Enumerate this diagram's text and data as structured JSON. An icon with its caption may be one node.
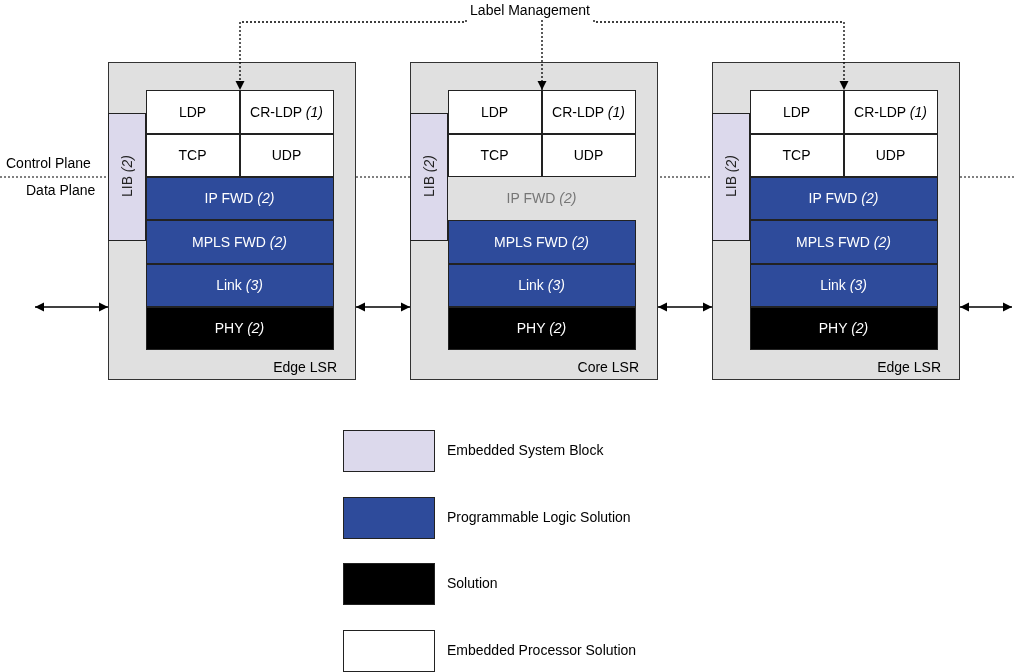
{
  "diagram": {
    "nodes": [
      {
        "text": [
          "Label Management"
        ]
      },
      {
        "text": [
          "Edge LSR"
        ]
      },
      {
        "text": [
          "LIB *(2)*"
        ],
        "in": 1
      },
      {
        "text": [
          "LDP"
        ],
        "in": 1
      },
      {
        "text": [
          "CR-LDP *(1)*"
        ],
        "in": 1
      },
      {
        "text": [
          "TCP"
        ],
        "in": 1
      },
      {
        "text": [
          "UDP"
        ],
        "in": 1
      },
      {
        "text": [
          "IP FWD *(2)*"
        ],
        "in": 1
      },
      {
        "text": [
          "MPLS FWD *(2)*"
        ],
        "in": 1
      },
      {
        "text": [
          "Link *(3)*"
        ],
        "in": 1
      },
      {
        "text": [
          "PHY *(2)*"
        ],
        "in": 1
      },
      {
        "text": [
          "Core LSR"
        ]
      },
      {
        "text": [
          "LIB *(2)*"
        ],
        "in": 11
      },
      {
        "text": [
          "LDP"
        ],
        "in": 11
      },
      {
        "text": [
          "CR-LDP *(1)*"
        ],
        "in": 11
      },
      {
        "text": [
          "TCP"
        ],
        "in": 11
      },
      {
        "text": [
          "UDP"
        ],
        "in": 11
      },
      {
        "text": [
          "IP FWD *(2)*"
        ],
        "in": 11
      },
      {
        "text": [
          "MPLS FWD *(2)*"
        ],
        "in": 11
      },
      {
        "text": [
          "Link *(3)*"
        ],
        "in": 11
      },
      {
        "text": [
          "PHY *(2)*"
        ],
        "in": 11
      },
      {
        "text": [
          "Edge LSR"
        ]
      },
      {
        "text": [
          "LIB *(2)*"
        ],
        "in": 21
      },
      {
        "text": [
          "LDP"
        ],
        "in": 21
      },
      {
        "text": [
          "CR-LDP *(1)*"
        ],
        "in": 21
      },
      {
        "text": [
          "TCP"
        ],
        "in": 21
      },
      {
        "text": [
          "UDP"
        ],
        "in": 21
      },
      {
        "text": [
          "IP FWD *(2)*"
        ],
        "in": 21
      },
      {
        "text": [
          "MPLS FWD *(2)*"
        ],
        "in": 21
      },
      {
        "text": [
          "Link *(3)*"
        ],
        "in": 21
      },
      {
        "text": [
          "PHY *(2)*"
        ],
        "in": 21
      }
    ],
    "edges": [
      {
        "from": 0,
        "to": 3,
        "arrow": "to",
        "style": "dashed"
      },
      {
        "from": 0,
        "to": 13,
        "arrow": "to",
        "style": "dashed"
      },
      {
        "from": 0,
        "to": 23,
        "arrow": "to",
        "style": "dashed"
      },
      {
        "from": null,
        "to": 1,
        "arrow": "both"
      },
      {
        "from": 1,
        "to": 11,
        "arrow": "both"
      },
      {
        "from": 11,
        "to": 21,
        "arrow": "both"
      },
      {
        "from": 21,
        "to": null,
        "arrow": "both"
      }
    ],
    "labels": [
      "Control Plane",
      "Data Plane"
    ],
    "legend": [
      {
        "text": "Embedded System Block",
        "color": "#dcd9ec"
      },
      {
        "text": "Programmable Logic Solution",
        "color": "#2e4b9b"
      },
      {
        "text": "Solution",
        "color": "#000000"
      },
      {
        "text": "Embedded Processor Solution",
        "color": "#ffffff"
      }
    ]
  }
}
